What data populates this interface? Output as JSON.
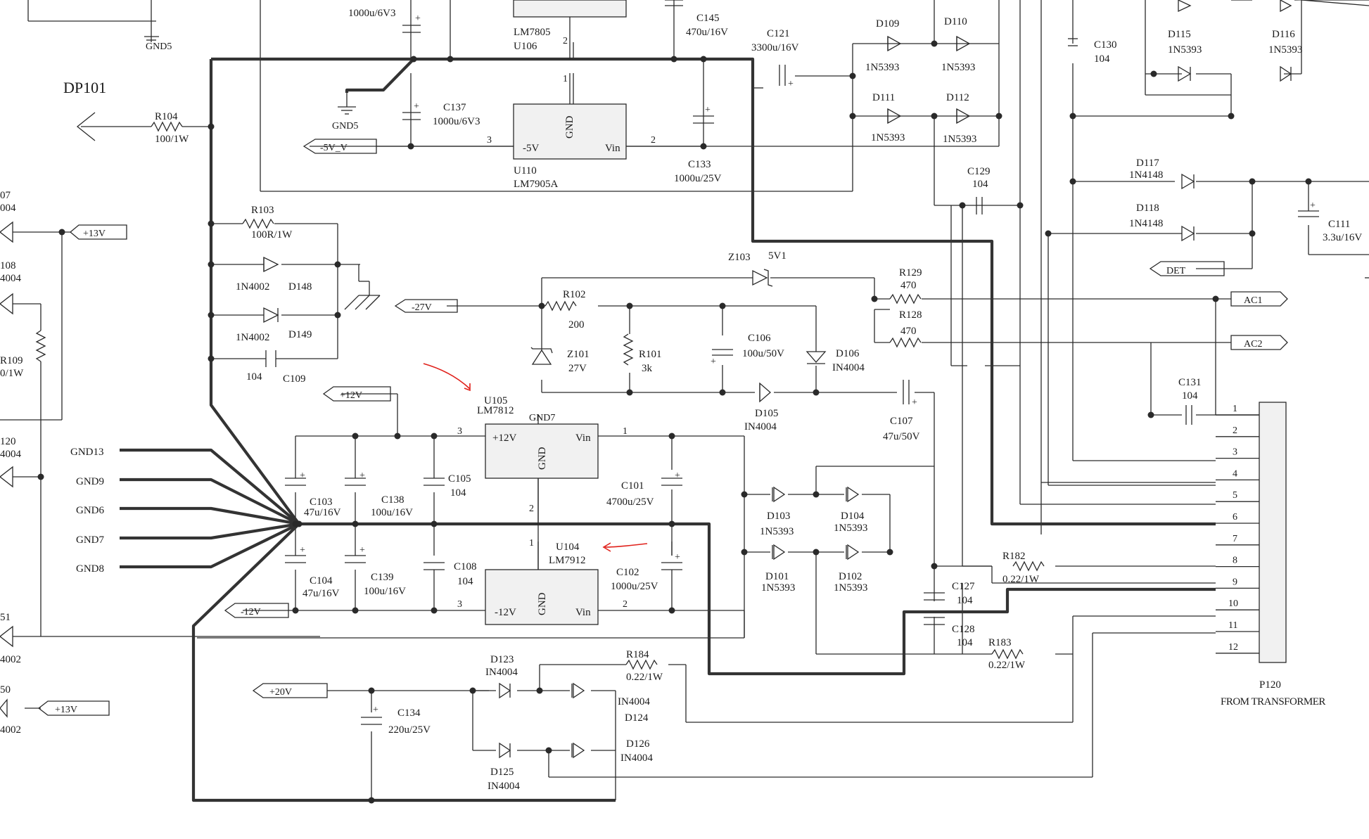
{
  "diagram": {
    "title_label": "DP101",
    "labels": {
      "top_cap_value": "1000u/6V3",
      "gnd5_top": "GND5",
      "gnd5": "GND5",
      "u106_part": "LM7805",
      "u106_ref": "U106",
      "c145_ref": "C145",
      "c145_val": "470u/16V",
      "c121_ref": "C121",
      "c121_val": "3300u/16V",
      "d109": "D109",
      "d110": "D110",
      "d111": "D111",
      "d112": "D112",
      "n5393": "1N5393",
      "c130_ref": "C130",
      "c130_val": "104",
      "d115": "D115",
      "d116": "D116",
      "r104_ref": "R104",
      "r104_val": "100/1W",
      "c137_ref": "C137",
      "c137_val": "1000u/6V3",
      "gnd": "GND",
      "minus5v_pin": "-5V",
      "vin": "Vin",
      "u110_ref": "U110",
      "u110_part": "LM7905A",
      "c133_ref": "C133",
      "c133_val": "1000u/25V",
      "c129_ref": "C129",
      "c129_val": "104",
      "d117": "D117",
      "n4148": "1N4148",
      "d118": "D118",
      "c111_ref": "C111",
      "c111_val": "3.3u/16V",
      "r103_ref": "R103",
      "r103_val": "100R/1W",
      "d148": "D148",
      "d149": "D149",
      "n4002": "1N4002",
      "c109_val": "104",
      "c109_ref": "C109",
      "z103_ref": "Z103",
      "z103_val": "5V1",
      "r129_ref": "R129",
      "r129_val": "470",
      "r128_ref": "R128",
      "r128_val": "470",
      "r102_ref": "R102",
      "r102_val": "200",
      "z101_ref": "Z101",
      "z101_val": "27V",
      "r101_ref": "R101",
      "r101_val": "3k",
      "c106_ref": "C106",
      "c106_val": "100u/50V",
      "d106_ref": "D106",
      "d106_val": "IN4004",
      "d105_ref": "D105",
      "d105_val": "IN4004",
      "c107_ref": "C107",
      "c107_val": "47u/50V",
      "c131_ref": "C131",
      "c131_val": "104",
      "u105_ref": "U105",
      "u105_part": "LM7812",
      "gnd7_top": "GND7",
      "plus12v_pin": "+12V",
      "c105_ref": "C105",
      "c105_val": "104",
      "c101_ref": "C101",
      "c101_val": "4700u/25V",
      "c103_ref": "C103",
      "c103_val": "47u/16V",
      "c138_ref": "C138",
      "c138_val": "100u/16V",
      "d103": "D103",
      "d104": "D104",
      "d101": "D101",
      "d102": "D102",
      "u104_ref": "U104",
      "u104_part": "LM7912",
      "r182_ref": "R182",
      "r182_val": "0.22/1W",
      "c104_ref": "C104",
      "c104_val": "47u/16V",
      "c139_ref": "C139",
      "c139_val": "100u/16V",
      "c108_ref": "C108",
      "c108_val": "104",
      "minus12v_pin": "-12V",
      "c102_ref": "C102",
      "c102_val": "1000u/25V",
      "c127_ref": "C127",
      "c127_val": "104",
      "c128_ref": "C128",
      "c128_val": "104",
      "r183_ref": "R183",
      "r183_val": "0.22/1W",
      "d123_ref": "D123",
      "d123_val": "IN4004",
      "r184_ref": "R184",
      "r184_val": "0.22/1W",
      "d124_val": "IN4004",
      "d124_ref": "D124",
      "c134_ref": "C134",
      "c134_val": "220u/25V",
      "d126_ref": "D126",
      "d126_val": "IN4004",
      "d125_ref": "D125",
      "d125_val": "IN4004",
      "p120_ref": "P120",
      "p120_desc": "FROM TRANSFORMER",
      "gnd13": "GND13",
      "gnd9": "GND9",
      "gnd6": "GND6",
      "gnd7": "GND7",
      "gnd8": "GND8",
      "pin1": "1",
      "pin2": "2",
      "pin3": "3"
    },
    "nets": {
      "minus5v": "-5V_V",
      "plus13v_a": "+13V",
      "plus13v_b": "+13V",
      "minus27v": "-27V",
      "plus12v": "+12V",
      "minus12v": "-12V",
      "plus20v": "+20V",
      "det": "DET",
      "ac1": "AC1",
      "ac2": "AC2"
    },
    "left_edge": {
      "d107_ref": "07",
      "d107_val": "004",
      "d108_ref": "108",
      "d108_val": "4004",
      "r109_ref": "R109",
      "r109_val": "0/1W",
      "d120_ref": "120",
      "d120_val": "4004",
      "d151_ref": "51",
      "d151_val": "4002",
      "d150_ref": "50",
      "d150_val": "4002"
    },
    "connector_pins": [
      "1",
      "2",
      "3",
      "4",
      "5",
      "6",
      "7",
      "8",
      "9",
      "10",
      "11",
      "12"
    ],
    "colors": {
      "wire": "#2a2a2a",
      "bus": "#333333",
      "annotation_arrow": "#e0201a"
    }
  }
}
